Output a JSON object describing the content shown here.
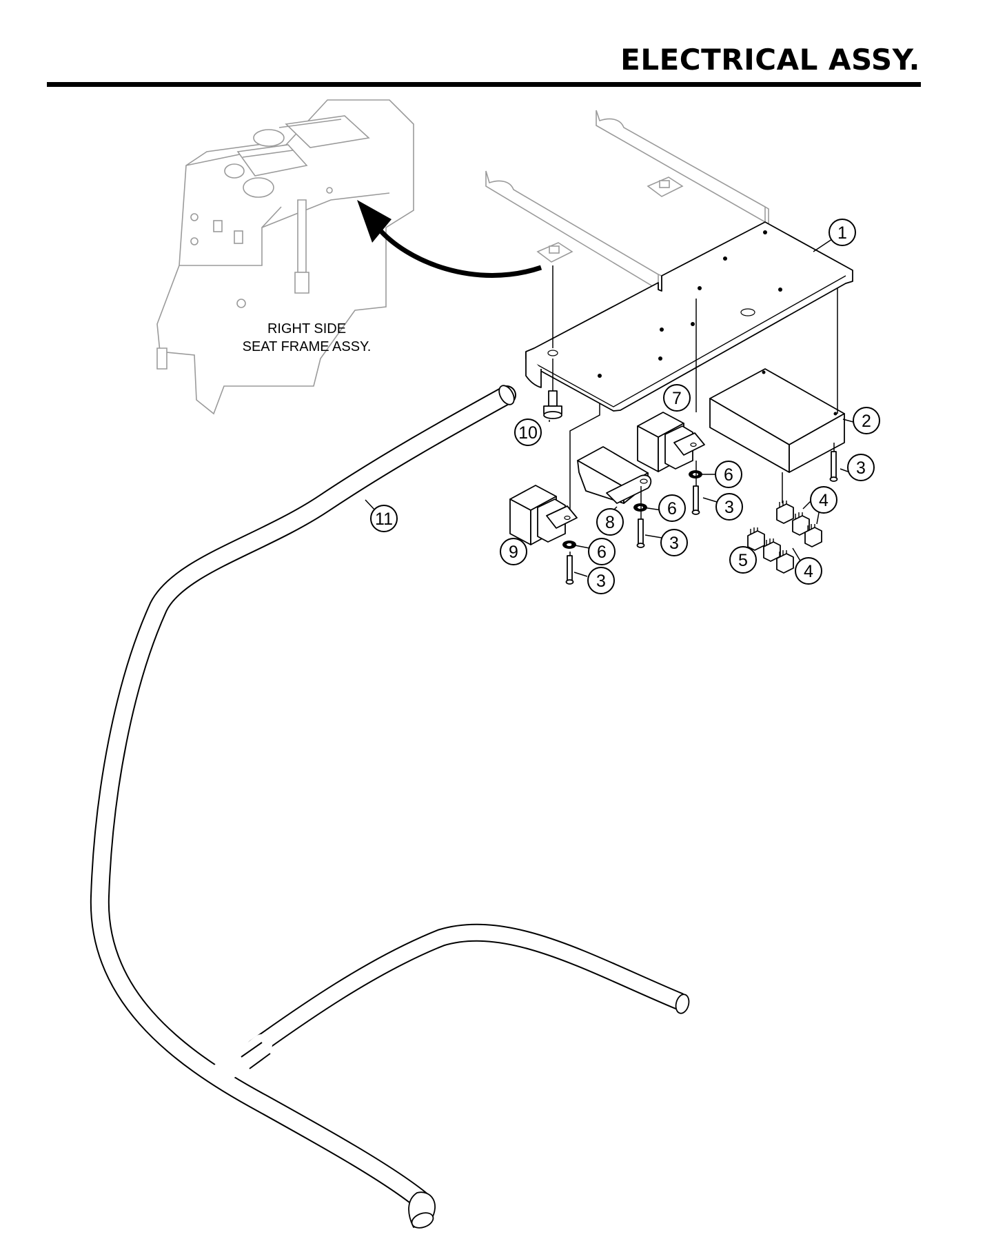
{
  "header": {
    "title": "ELECTRICAL ASSY."
  },
  "frame_label": {
    "line1": "RIGHT SIDE",
    "line2": "SEAT FRAME ASSY."
  },
  "callouts": [
    {
      "id": "c1",
      "num": "1"
    },
    {
      "id": "c2",
      "num": "2"
    },
    {
      "id": "c3a",
      "num": "3"
    },
    {
      "id": "c3b",
      "num": "3"
    },
    {
      "id": "c3c",
      "num": "3"
    },
    {
      "id": "c3d",
      "num": "3"
    },
    {
      "id": "c4a",
      "num": "4"
    },
    {
      "id": "c4b",
      "num": "4"
    },
    {
      "id": "c5",
      "num": "5"
    },
    {
      "id": "c6a",
      "num": "6"
    },
    {
      "id": "c6b",
      "num": "6"
    },
    {
      "id": "c6c",
      "num": "6"
    },
    {
      "id": "c7",
      "num": "7"
    },
    {
      "id": "c8",
      "num": "8"
    },
    {
      "id": "c9",
      "num": "9"
    },
    {
      "id": "c10",
      "num": "10"
    },
    {
      "id": "c11",
      "num": "11"
    }
  ]
}
